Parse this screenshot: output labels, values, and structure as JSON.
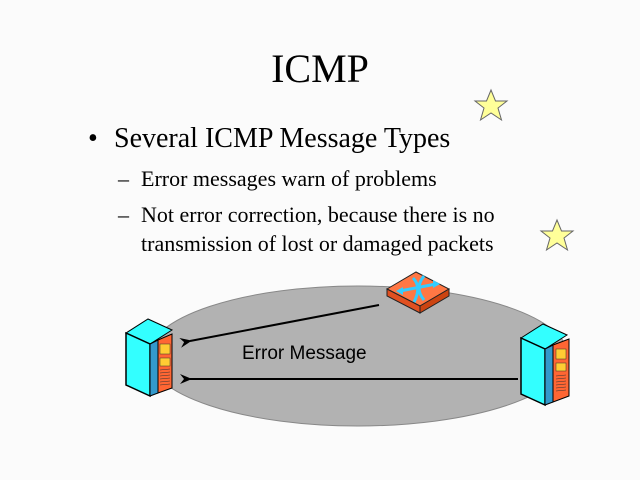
{
  "slide": {
    "title": "ICMP",
    "bullets": [
      {
        "marker": "•",
        "text": "Several ICMP Message Types",
        "subbullets": [
          {
            "marker": "–",
            "lines": [
              "Error messages warn of problems"
            ]
          },
          {
            "marker": "–",
            "lines": [
              "Not error correction, because there is no",
              "transmission of lost or damaged packets"
            ]
          }
        ]
      }
    ]
  },
  "diagram": {
    "arrow_label": "Error Message",
    "nodes": [
      {
        "id": "left-server",
        "icon": "server-icon"
      },
      {
        "id": "router",
        "icon": "router-icon"
      },
      {
        "id": "right-server",
        "icon": "server-icon"
      }
    ],
    "arrows": [
      {
        "from": "router",
        "to": "left-server"
      },
      {
        "from": "right-server",
        "to": "left-server"
      }
    ],
    "colors": {
      "background": "#fbfbfb",
      "network_ellipse": "#b2b2b2",
      "server_front": "#33ffff",
      "server_side": "#3399cc",
      "server_panel": "#ff6633",
      "server_panel_detail": "#ffcc33",
      "router_body": "#ff7744",
      "router_arrows": "#33ccff",
      "star_fill": "#ffff99"
    }
  },
  "decorations": [
    {
      "icon": "star-icon"
    },
    {
      "icon": "star-icon"
    }
  ]
}
